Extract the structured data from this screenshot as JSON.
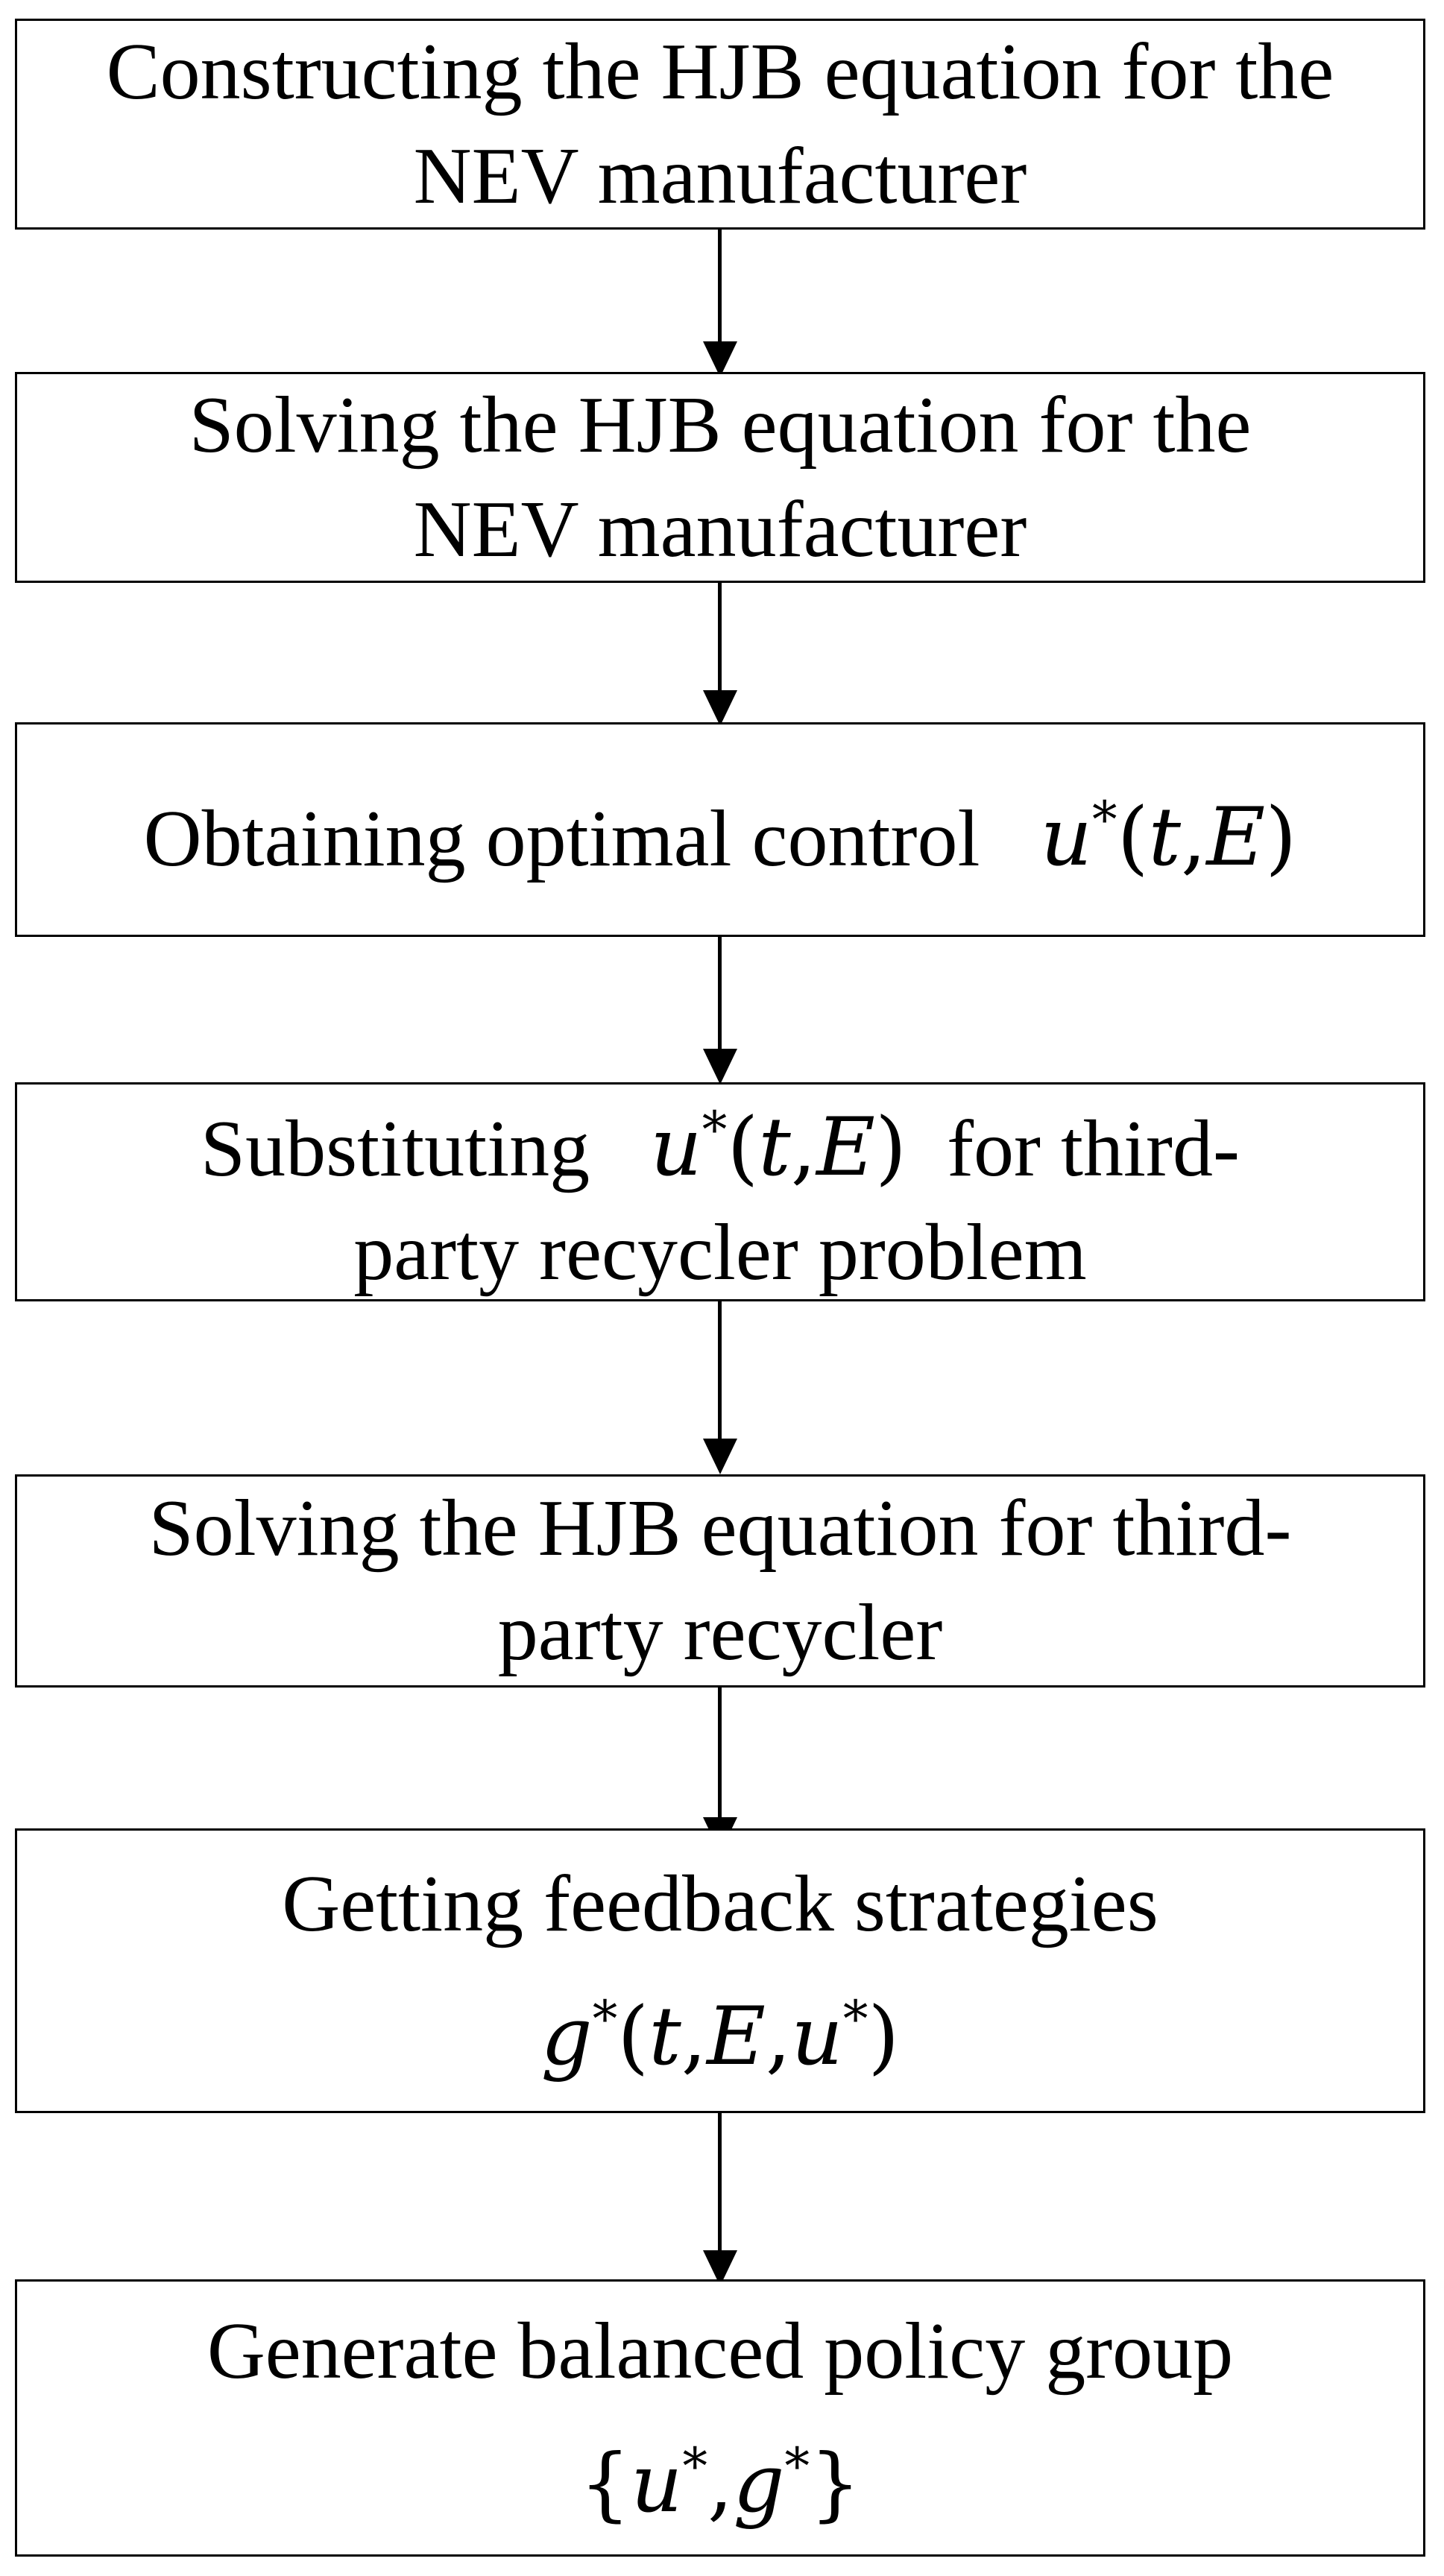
{
  "steps": [
    {
      "id": "step1",
      "lines": [
        "Constructing the HJB equation for the",
        "NEV manufacturer"
      ]
    },
    {
      "id": "step2",
      "lines": [
        "Solving the HJB equation for the",
        "NEV manufacturer"
      ]
    },
    {
      "id": "step3",
      "text": "Obtaining optimal control",
      "math": "u*(t,E)"
    },
    {
      "id": "step4",
      "before": "Substituting",
      "math": "u*(t,E)",
      "after": "for third-",
      "line2": "party recycler problem"
    },
    {
      "id": "step5",
      "lines": [
        "Solving the HJB equation for third-",
        "party recycler"
      ]
    },
    {
      "id": "step6",
      "text": "Getting feedback strategies",
      "math": "g*(t,E,u*)"
    },
    {
      "id": "step7",
      "text": "Generate balanced policy group",
      "math": "{u*,g*}"
    }
  ]
}
